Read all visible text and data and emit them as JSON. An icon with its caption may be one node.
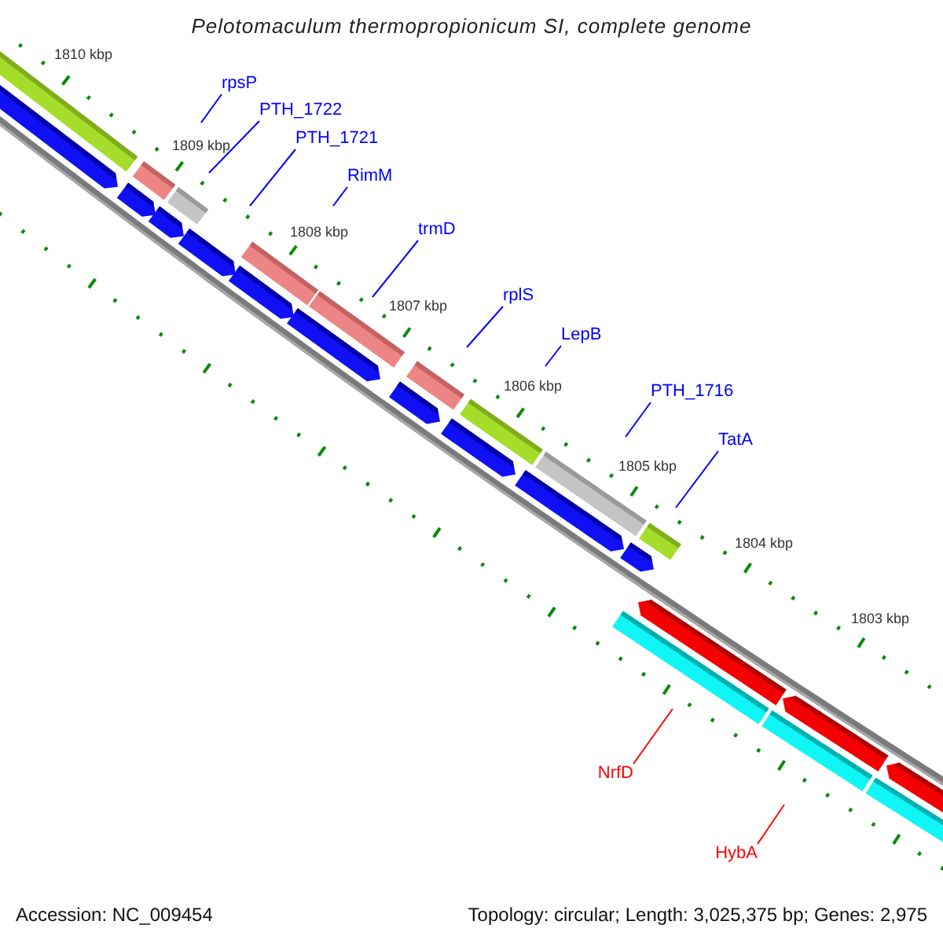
{
  "diagram": {
    "title": "Pelotomaculum thermopropionicum SI, complete genome",
    "nodes": [
      {
        "text": [
          "rpsP"
        ]
      },
      {
        "text": [
          "PTH_1722"
        ]
      },
      {
        "text": [
          "PTH_1721"
        ]
      },
      {
        "text": [
          "RimM"
        ]
      },
      {
        "text": [
          "trmD"
        ]
      },
      {
        "text": [
          "rplS"
        ]
      },
      {
        "text": [
          "LepB"
        ]
      },
      {
        "text": [
          "PTH_1716"
        ]
      },
      {
        "text": [
          "TatA"
        ]
      },
      {
        "text": [
          "NrfD"
        ]
      },
      {
        "text": [
          "HybA"
        ]
      }
    ],
    "edges": [
      {
        "from": 0,
        "to": null,
        "arrow": "none"
      },
      {
        "from": 1,
        "to": null,
        "arrow": "none"
      },
      {
        "from": 2,
        "to": null,
        "arrow": "none"
      },
      {
        "from": 3,
        "to": null,
        "arrow": "none"
      },
      {
        "from": 4,
        "to": null,
        "arrow": "none"
      },
      {
        "from": 5,
        "to": null,
        "arrow": "none"
      },
      {
        "from": 6,
        "to": null,
        "arrow": "none"
      },
      {
        "from": 7,
        "to": null,
        "arrow": "none"
      },
      {
        "from": 8,
        "to": null,
        "arrow": "none"
      },
      {
        "from": 9,
        "to": null,
        "arrow": "none",
        "color": "#ff0000"
      },
      {
        "from": 10,
        "to": null,
        "arrow": "none",
        "color": "#ff0000"
      }
    ],
    "labels": [
      "1810 kbp",
      "1809 kbp",
      "1808 kbp",
      "1807 kbp",
      "1806 kbp",
      "1805 kbp",
      "1804 kbp",
      "1803 kbp",
      "Accession: NC_009454",
      "Topology: circular; Length: 3,025,375 bp; Genes: 2,975"
    ]
  }
}
